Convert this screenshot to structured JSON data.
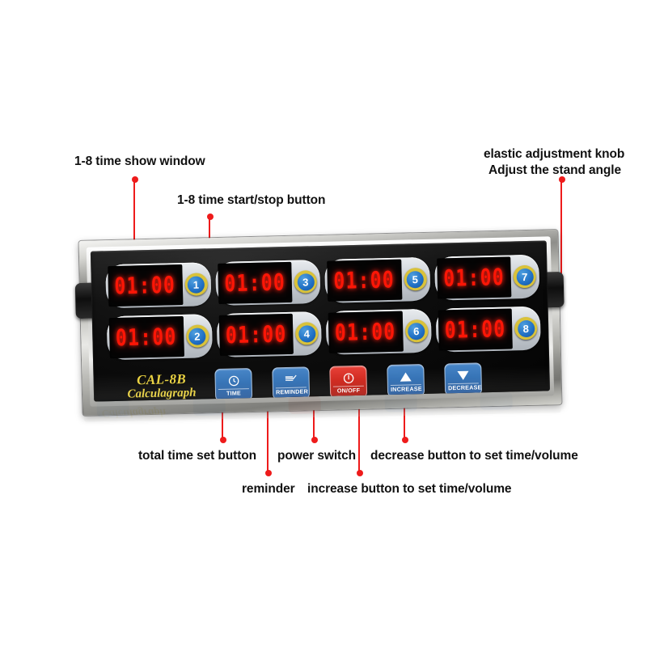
{
  "diagram": {
    "product_model": "CAL-8B",
    "product_name": "Calculagraph",
    "accent_color": "#ee1b1b",
    "led_color": "#fb1606",
    "brand_color": "#ead23f"
  },
  "callouts": {
    "time_show_window": "1-8 time show window",
    "start_stop_button": "1-8 time start/stop button",
    "knob_line1": "elastic adjustment knob",
    "knob_line2": "Adjust the stand angle",
    "total_time_set": "total time set button",
    "power_switch": "power switch",
    "decrease_button": "decrease button to set time/volume",
    "reminder": "reminder",
    "increase_button": "increase button to set time/volume"
  },
  "device": {
    "brand_model": "CAL-8B",
    "brand_name": "Calculagraph",
    "timers": [
      {
        "display": "01:00",
        "number": "1"
      },
      {
        "display": "01:00",
        "number": "3"
      },
      {
        "display": "01:00",
        "number": "5"
      },
      {
        "display": "01:00",
        "number": "7"
      },
      {
        "display": "01:00",
        "number": "2"
      },
      {
        "display": "01:00",
        "number": "4"
      },
      {
        "display": "01:00",
        "number": "6"
      },
      {
        "display": "01:00",
        "number": "8"
      }
    ],
    "controls": [
      {
        "label": "TIME",
        "icon": "clock-icon",
        "color": "blue"
      },
      {
        "label": "REMINDER",
        "icon": "cart-icon",
        "color": "blue"
      },
      {
        "label": "ON/OFF",
        "icon": "power-icon",
        "color": "red"
      },
      {
        "label": "INCREASE",
        "icon": "triangle-up-icon",
        "color": "blue"
      },
      {
        "label": "DECREASE",
        "icon": "triangle-down-icon",
        "color": "blue"
      }
    ]
  }
}
